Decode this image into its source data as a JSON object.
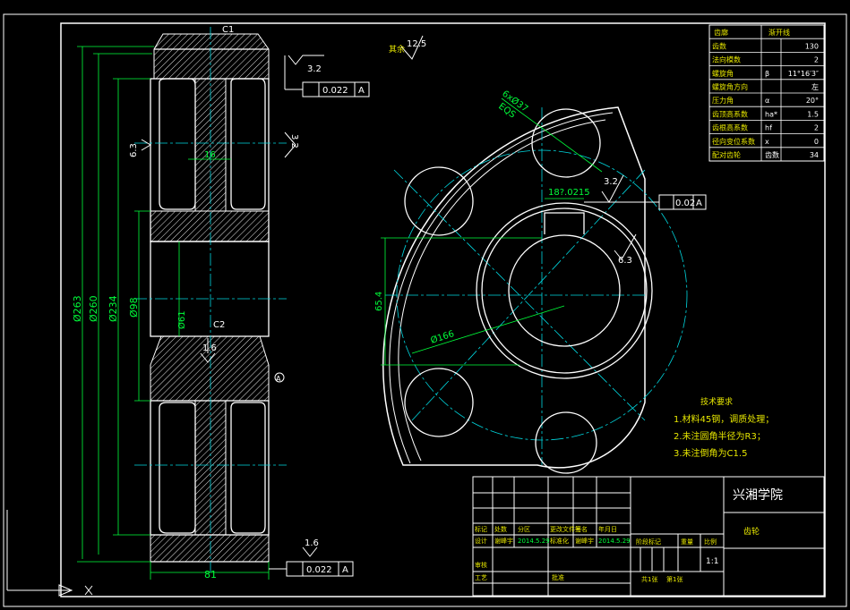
{
  "gear_table": {
    "header": [
      "齿廓",
      "渐开线"
    ],
    "rows": [
      [
        "齿数",
        "",
        "130"
      ],
      [
        "法向模数",
        "",
        "2"
      ],
      [
        "螺旋角",
        "β",
        "11°16′3″"
      ],
      [
        "螺旋角方向",
        "",
        "左"
      ],
      [
        "压力角",
        "α",
        "20°"
      ],
      [
        "齿顶高系数",
        "ha*",
        "1.5"
      ],
      [
        "齿根高系数",
        "hf",
        "2"
      ],
      [
        "径向变位系数",
        "x",
        "0"
      ],
      [
        "配对齿轮",
        "齿数",
        "34"
      ]
    ]
  },
  "tech_req": {
    "title": "技术要求",
    "items": [
      "1.材料45钢，调质处理；",
      "2.未注圆角半径为R3；",
      "3.未注倒角为C1.5"
    ]
  },
  "title_block": {
    "school": "兴湘学院",
    "part_name": "齿轮",
    "rev_header": [
      "标记",
      "处数",
      "分区",
      "更改文件号",
      "签名",
      "年月日"
    ],
    "designer": "设计",
    "designer_name": "谢峰宇",
    "design_date": "2014.5.29",
    "standard": "标准化",
    "standard_name": "谢峰宇",
    "standard_date": "2014.5.29",
    "stage": "阶段标记",
    "weight": "重量",
    "scale_label": "比例",
    "scale": "1:1",
    "review": "审核",
    "process": "工艺",
    "approve": "批准",
    "sheets": "共1张",
    "sheet": "第1张"
  },
  "annotations": {
    "chamfer_top": "C1",
    "chamfer_mid": "C2",
    "rough_3_2_a": "3.2",
    "rough_3_2_b": "3.2",
    "rough_6_3_a": "6.3",
    "rough_6_3_b": "6.3",
    "rough_1_6_a": "1.6",
    "rough_1_6_b": "1.6",
    "rough_3_2_c": "3.2",
    "rest_label": "其余",
    "rest_value": "12.5",
    "tol_val_1": "0.022",
    "tol_ref_1": "A",
    "tol_val_2": "0.022",
    "tol_ref_2": "A",
    "tol_val_3": "0.02",
    "tol_ref_3": "A",
    "datum": "A",
    "dim_width": "81",
    "dim_web": "16",
    "dim_d263": "Ø263",
    "dim_d260": "Ø260",
    "dim_d234": "Ø234",
    "dim_d98": "Ø98",
    "dim_d61": "Ø61",
    "dim_d166": "Ø166",
    "dim_holes": "6xØ37",
    "dim_eqs": "EQS",
    "dim_keyway": "18?.0215",
    "dim_key_depth": "65.4"
  },
  "colors": {
    "green": "#00ff3a",
    "cyan": "#00d8e0",
    "yellow": "#e6e600",
    "white": "#ffffff"
  }
}
